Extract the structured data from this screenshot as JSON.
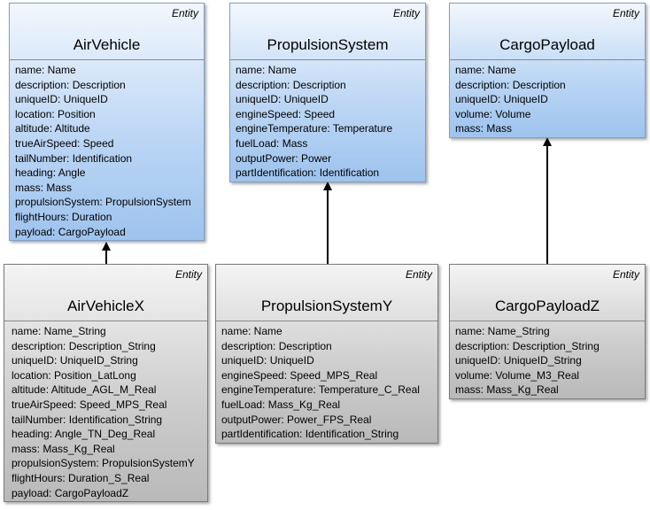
{
  "classes": {
    "air_vehicle": {
      "stereotype": "Entity",
      "name": "AirVehicle",
      "attributes": [
        "name: Name",
        "description: Description",
        "uniqueID: UniqueID",
        "location: Position",
        "altitude: Altitude",
        "trueAirSpeed: Speed",
        "tailNumber: Identification",
        "heading: Angle",
        "mass: Mass",
        "propulsionSystem: PropulsionSystem",
        "flightHours: Duration",
        "payload: CargoPayload"
      ]
    },
    "propulsion_system": {
      "stereotype": "Entity",
      "name": "PropulsionSystem",
      "attributes": [
        "name: Name",
        "description: Description",
        "uniqueID: UniqueID",
        "engineSpeed: Speed",
        "engineTemperature: Temperature",
        "fuelLoad: Mass",
        "outputPower: Power",
        "partIdentification: Identification"
      ]
    },
    "cargo_payload": {
      "stereotype": "Entity",
      "name": "CargoPayload",
      "attributes": [
        "name: Name",
        "description: Description",
        "uniqueID: UniqueID",
        "volume: Volume",
        "mass: Mass"
      ]
    },
    "air_vehicle_x": {
      "stereotype": "Entity",
      "name": "AirVehicleX",
      "attributes": [
        "name: Name_String",
        "description: Description_String",
        "uniqueID: UniqueID_String",
        "location: Position_LatLong",
        "altitude: Altitude_AGL_M_Real",
        "trueAirSpeed: Speed_MPS_Real",
        "tailNumber: Identification_String",
        "heading: Angle_TN_Deg_Real",
        "mass: Mass_Kg_Real",
        "propulsionSystem: PropulsionSystemY",
        "flightHours: Duration_S_Real",
        "payload: CargoPayloadZ"
      ]
    },
    "propulsion_system_y": {
      "stereotype": "Entity",
      "name": "PropulsionSystemY",
      "attributes": [
        "name: Name",
        "description: Description",
        "uniqueID: UniqueID",
        "engineSpeed: Speed_MPS_Real",
        "engineTemperature: Temperature_C_Real",
        "fuelLoad: Mass_Kg_Real",
        "outputPower: Power_FPS_Real",
        "partIdentification: Identification_String"
      ]
    },
    "cargo_payload_z": {
      "stereotype": "Entity",
      "name": "CargoPayloadZ",
      "attributes": [
        "name: Name_String",
        "description: Description_String",
        "uniqueID: UniqueID_String",
        "volume: Volume_M3_Real",
        "mass: Mass_Kg_Real"
      ]
    }
  },
  "connections": [
    {
      "from": "AirVehicleX",
      "to": "AirVehicle"
    },
    {
      "from": "PropulsionSystemY",
      "to": "PropulsionSystem"
    },
    {
      "from": "CargoPayloadZ",
      "to": "CargoPayload"
    }
  ],
  "colors": {
    "base_class_fill": "#bdd7f5",
    "derived_class_fill": "#cfcfcf",
    "connector": "#000000"
  }
}
